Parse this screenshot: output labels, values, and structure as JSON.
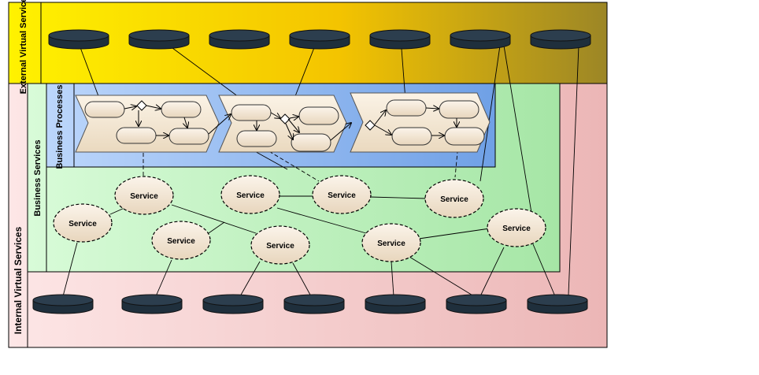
{
  "lanes": {
    "external": "External Virtual Services",
    "internal": "Internal Virtual Services",
    "business_services": "Business Services",
    "business_processes": "Business Processes",
    "dot": "."
  },
  "service_label": "Service",
  "colors": {
    "external_top": "#ffd800",
    "external_bottom": "#a08a20",
    "internal": "#f5c6c6",
    "business_services": "#c6f5c6",
    "business_processes": "#8fb8f0",
    "disk": "#2c3e4e",
    "service_fill": "#f3e6d3",
    "process_fill": "#f5ead8"
  },
  "icons": {
    "database": "cylinder-disk-icon",
    "service": "dashed-ellipse-service-icon",
    "process": "chevron-process-icon"
  }
}
